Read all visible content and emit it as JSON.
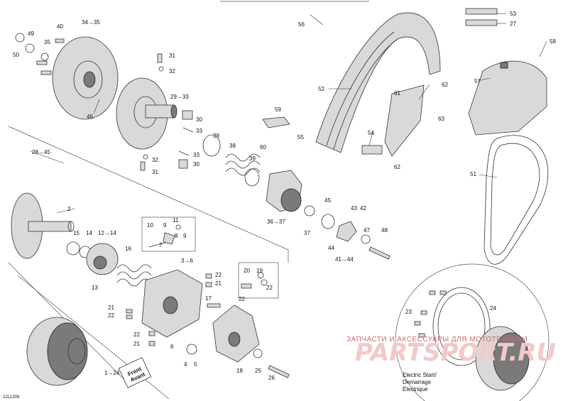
{
  "diagram_code": "22L1309",
  "labels": {
    "l1_24": "1→24",
    "l2": "2",
    "l3_6": "3→6",
    "l4": "4",
    "l5": "5",
    "l6": "6",
    "l7": "7",
    "l8": "8",
    "l9a": "9",
    "l9b": "9",
    "l10": "10",
    "l11": "11",
    "l12_14": "12→14",
    "l13": "13",
    "l14": "14",
    "l15": "15",
    "l16": "16",
    "l17": "17",
    "l18": "18",
    "l19": "19",
    "l20": "20",
    "l21a": "21",
    "l21b": "21",
    "l21c": "21",
    "l22a": "22",
    "l22b": "22",
    "l22c": "22",
    "l22d": "22",
    "l23": "23",
    "l24": "24",
    "l25": "25",
    "l26": "26",
    "l27": "27",
    "l28_45": "28→45",
    "l29_33": "29→33",
    "l30a": "30",
    "l30b": "30",
    "l31a": "31",
    "l31b": "31",
    "l32a": "32",
    "l32b": "32",
    "l33a": "33",
    "l33b": "33",
    "l34_35": "34→35",
    "l35": "35",
    "l36_37": "36→37",
    "l37": "37",
    "l38": "38",
    "l39a": "39",
    "l39b": "39",
    "l40": "40",
    "l41_44": "41→44",
    "l42": "42",
    "l43": "43",
    "l44": "44",
    "l45": "45",
    "l46": "46",
    "l47": "47",
    "l48": "48",
    "l49": "49",
    "l50": "50",
    "l51": "51",
    "l52": "52",
    "l53": "53",
    "l54": "54",
    "l55": "55",
    "l56": "56",
    "l57": "57",
    "l58": "58",
    "l59": "59",
    "l60": "60",
    "l61": "61",
    "l62a": "62",
    "l62b": "62",
    "l63": "63"
  },
  "front_tag": {
    "line1": "Front",
    "line2": "Avant"
  },
  "inset": {
    "line1": "Electric Start/",
    "line2": "Demarrage",
    "line3": "Électrique"
  },
  "watermark": {
    "text": "ЗАПЧАСТИ И АКСЕССУАРЫ ДЛЯ МОТОТЕХНИКИ",
    "logo": "PARTSPORT.RU"
  },
  "colors": {
    "line": "#333333",
    "fill": "#d9d9d9",
    "dark": "#7a7a7a",
    "watermark": "#c96b6b"
  }
}
